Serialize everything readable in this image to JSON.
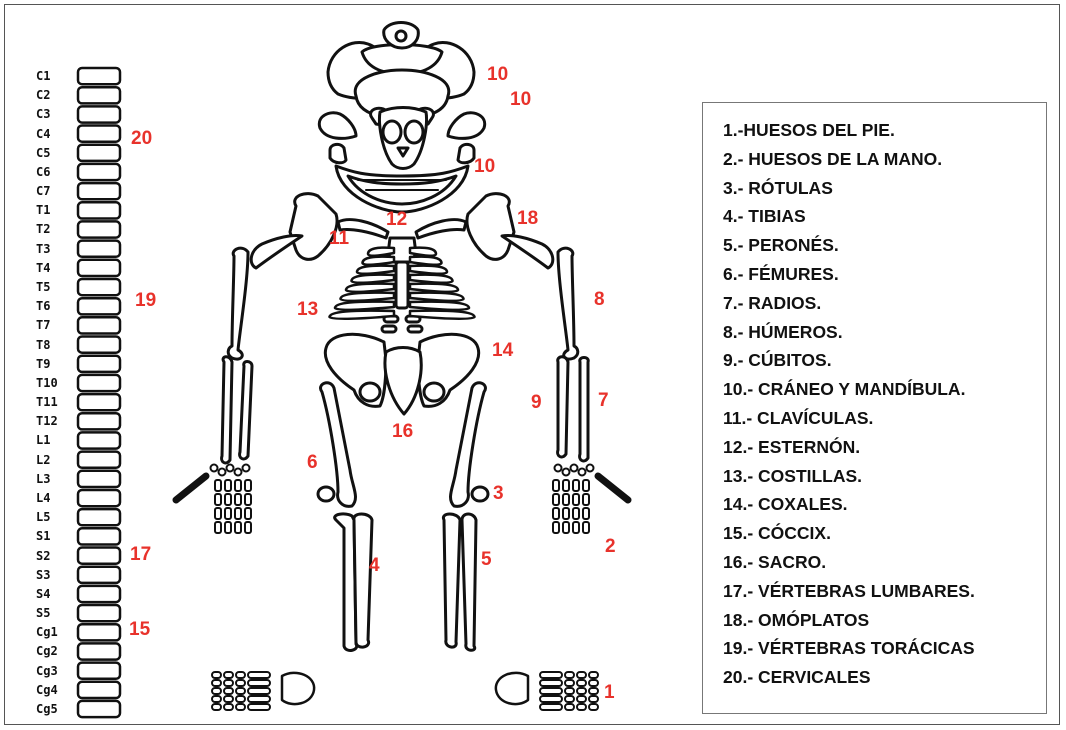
{
  "colors": {
    "label_red": "#e8322b",
    "bone_stroke": "#111111",
    "text": "#111111"
  },
  "vertebrae": {
    "labels": [
      "C1",
      "C2",
      "C3",
      "C4",
      "C5",
      "C6",
      "C7",
      "T1",
      "T2",
      "T3",
      "T4",
      "T5",
      "T6",
      "T7",
      "T8",
      "T9",
      "T10",
      "T11",
      "T12",
      "L1",
      "L2",
      "L3",
      "L4",
      "L5",
      "S1",
      "S2",
      "S3",
      "S4",
      "S5",
      "Cg1",
      "Cg2",
      "Cg3",
      "Cg4",
      "Cg5"
    ]
  },
  "numbers": {
    "n1": "1",
    "n2": "2",
    "n3": "3",
    "n4": "4",
    "n5": "5",
    "n6": "6",
    "n7": "7",
    "n8": "8",
    "n9": "9",
    "n10a": "10",
    "n10b": "10",
    "n10c": "10",
    "n11": "11",
    "n12": "12",
    "n13": "13",
    "n14": "14",
    "n15": "15",
    "n16": "16",
    "n17": "17",
    "n18": "18",
    "n19": "19",
    "n20": "20"
  },
  "legend": {
    "items": [
      "1.-HUESOS DEL PIE.",
      "2.- HUESOS DE LA MANO.",
      "3.- RÓTULAS",
      "4.- TIBIAS",
      "5.- PERONÉS.",
      "6.- FÉMURES.",
      "7.- RADIOS.",
      "8.- HÚMEROS.",
      "9.- CÚBITOS.",
      "10.- CRÁNEO Y MANDÍBULA.",
      "11.- CLAVÍCULAS.",
      "12.- ESTERNÓN.",
      "13.- COSTILLAS.",
      "14.- COXALES.",
      "15.- CÓCCIX.",
      "16.- SACRO.",
      "17.- VÉRTEBRAS LUMBARES.",
      "18.- OMÓPLATOS",
      "19.- VÉRTEBRAS TORÁCICAS",
      "20.- CERVICALES"
    ]
  }
}
